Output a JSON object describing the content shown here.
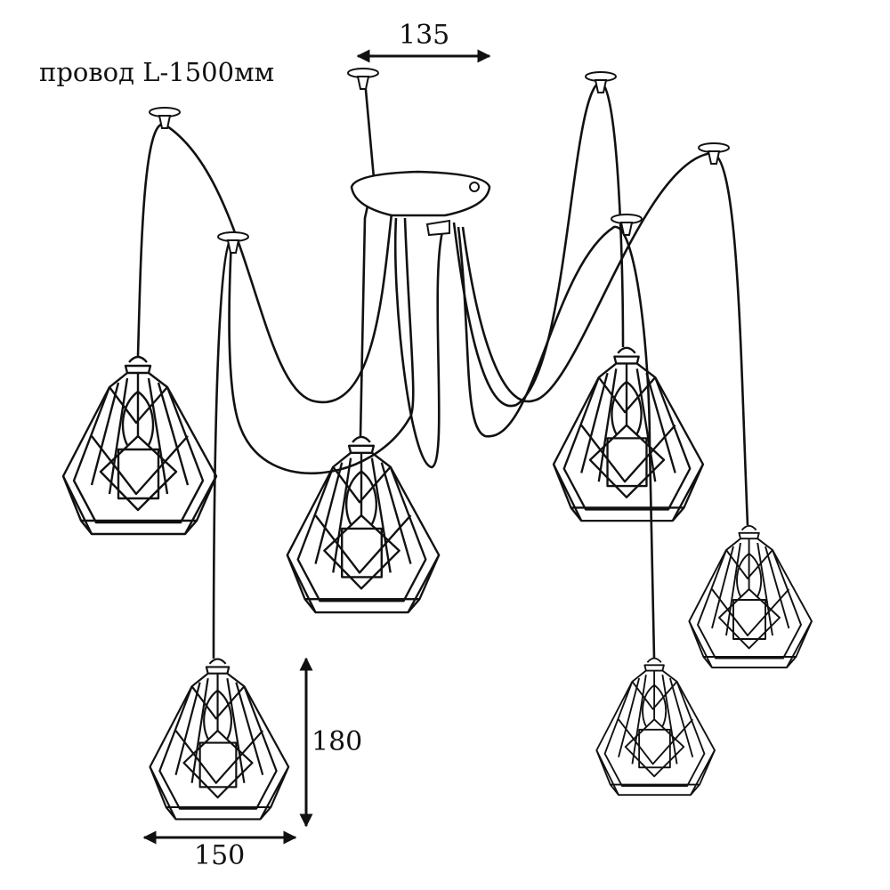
{
  "annotations": {
    "wire_length": "провод L-1500мм",
    "canopy_spacing": "135",
    "shade_height": "180",
    "shade_width": "150"
  },
  "colors": {
    "line": "#111111",
    "background": "#ffffff"
  }
}
